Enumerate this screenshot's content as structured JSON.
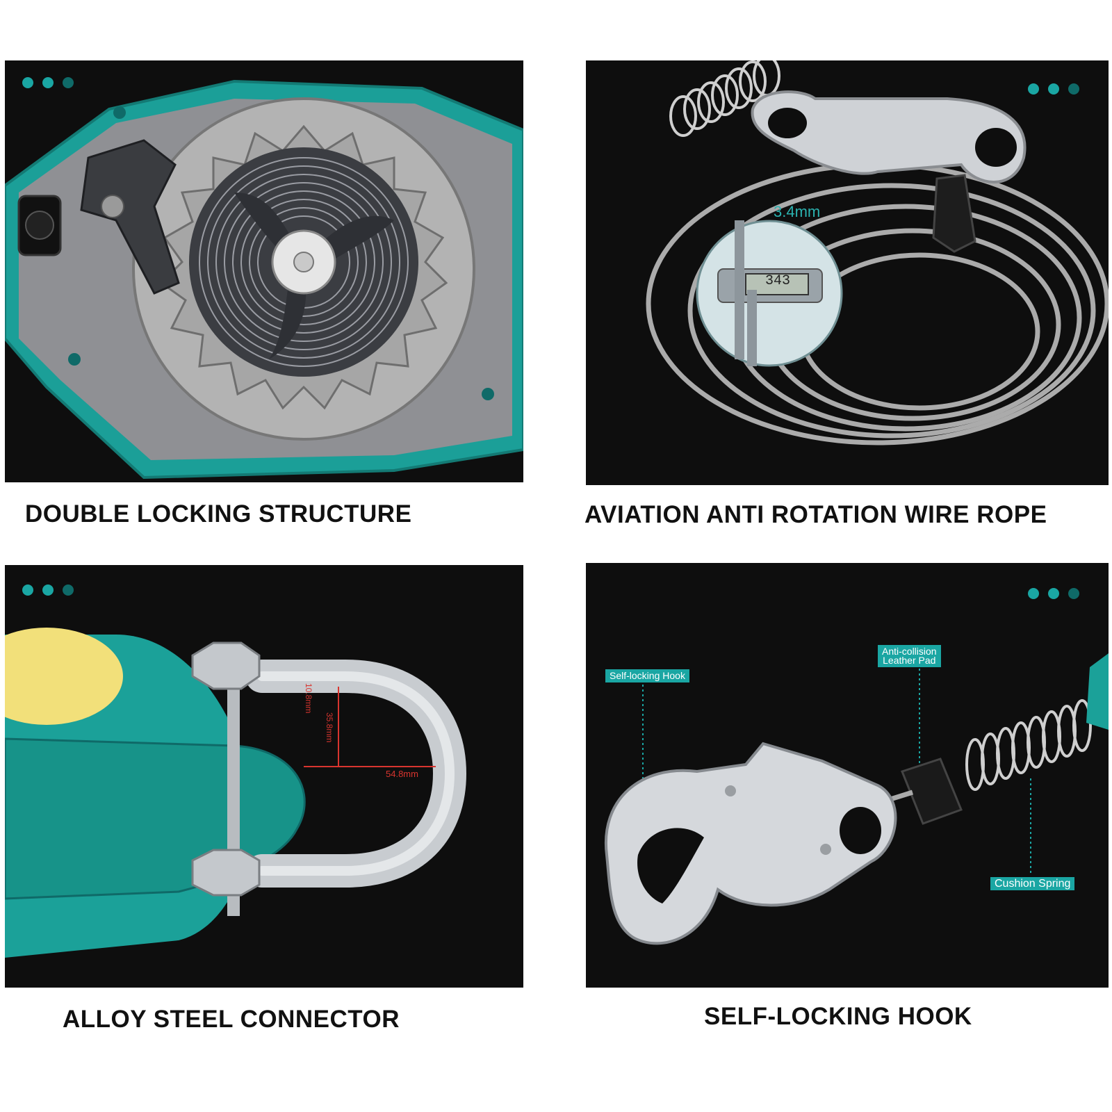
{
  "panels": {
    "p1": {
      "caption": "DOUBLE LOCKING STRUCTURE"
    },
    "p2": {
      "caption": "AVIATION ANTI ROTATION WIRE ROPE",
      "measurement": "3.4mm",
      "readout": "343"
    },
    "p3": {
      "caption": "ALLOY STEEL CONNECTOR",
      "dim_a": "10.8mm",
      "dim_b": "35.8mm",
      "dim_c": "54.8mm"
    },
    "p4": {
      "caption": "SELF-LOCKING HOOK",
      "label_hook": "Self-locking Hook",
      "label_pad_line1": "Anti-collision",
      "label_pad_line2": "Leather Pad",
      "label_spring": "Cushion Spring"
    }
  },
  "colors": {
    "teal": "#1aa6a3",
    "dot_dim": "#0f6a68",
    "panel_bg": "#0e0e0e"
  }
}
